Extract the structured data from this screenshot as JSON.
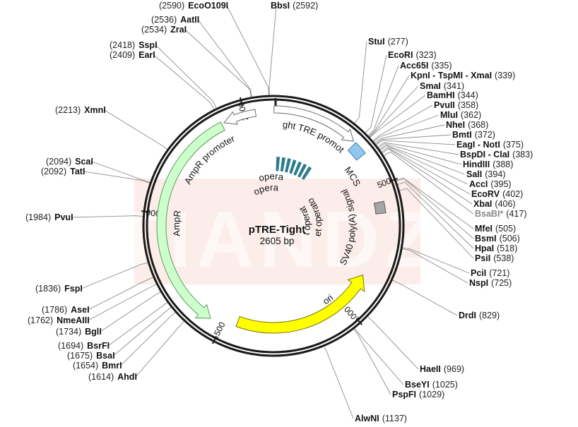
{
  "plasmid": {
    "name": "pTRE-Tight",
    "size_label": "2605 bp",
    "length": 2605
  },
  "watermark": "TIANDZ",
  "ticks": [
    {
      "label": "500",
      "pos": 500
    },
    {
      "label": "1000",
      "pos": 1000
    },
    {
      "label": "1500",
      "pos": 1500
    },
    {
      "label": "2000",
      "pos": 2000
    },
    {
      "label": "2500",
      "pos": 2500
    }
  ],
  "features": {
    "tre_promoter": {
      "label": "tight TRE promoter",
      "start": 2,
      "end": 314,
      "color": "#ffffff"
    },
    "mcs": {
      "label": "MCS",
      "start": 323,
      "end": 420,
      "color": "#8ec8ee"
    },
    "sv40": {
      "label": "SV40 poly(A) signal",
      "start": 560,
      "end": 620,
      "color": "#a6a6a6"
    },
    "ori": {
      "label": "ori",
      "start": 860,
      "end": 1450,
      "color": "#ffff00"
    },
    "ampr": {
      "label": "AmpR",
      "start": 1550,
      "end": 2410,
      "color": "#ccffcc"
    },
    "ampr_promoter": {
      "label": "AmpR promoter",
      "start": 2420,
      "end": 2540,
      "color": "#ffffff"
    },
    "operators": {
      "labels": [
        "tet operator",
        "tet operator",
        "tet operator",
        "tet operator"
      ],
      "count": 7,
      "color": "#2e7b8c"
    }
  },
  "enzymes_right": [
    {
      "name": "StuI",
      "pos": "(277)"
    },
    {
      "name": "EcoRI",
      "pos": "(323)"
    },
    {
      "name": "Acc65I",
      "pos": "(335)"
    },
    {
      "name": "KpnI - TspMI - XmaI",
      "pos": "(339)"
    },
    {
      "name": "SmaI",
      "pos": "(341)"
    },
    {
      "name": "BamHI",
      "pos": "(344)"
    },
    {
      "name": "PvuII",
      "pos": "(358)"
    },
    {
      "name": "MluI",
      "pos": "(362)"
    },
    {
      "name": "NheI",
      "pos": "(368)"
    },
    {
      "name": "BmtI",
      "pos": "(372)"
    },
    {
      "name": "EagI - NotI",
      "pos": "(375)"
    },
    {
      "name": "BspDI - ClaI",
      "pos": "(383)"
    },
    {
      "name": "HindIII",
      "pos": "(388)"
    },
    {
      "name": "SalI",
      "pos": "(394)"
    },
    {
      "name": "AccI",
      "pos": "(395)"
    },
    {
      "name": "EcoRV",
      "pos": "(402)"
    },
    {
      "name": "XbaI",
      "pos": "(406)"
    },
    {
      "name": "BsaBI*",
      "pos": "(417)"
    },
    {
      "name": "MfeI",
      "pos": "(505)"
    },
    {
      "name": "BsmI",
      "pos": "(506)"
    },
    {
      "name": "HpaI",
      "pos": "(518)"
    },
    {
      "name": "PsiI",
      "pos": "(538)"
    },
    {
      "name": "PciI",
      "pos": "(721)"
    },
    {
      "name": "NspI",
      "pos": "(725)"
    },
    {
      "name": "DrdI",
      "pos": "(829)"
    },
    {
      "name": "HaeII",
      "pos": "(969)"
    },
    {
      "name": "BseYI",
      "pos": "(1025)"
    },
    {
      "name": "PspFI",
      "pos": "(1029)"
    },
    {
      "name": "AlwNI",
      "pos": "(1137)"
    }
  ],
  "enzymes_left": [
    {
      "name": "EcoO109I",
      "pos": "(2590)"
    },
    {
      "name": "BbsI",
      "pos": "(2592)"
    },
    {
      "name": "AatII",
      "pos": "(2536)"
    },
    {
      "name": "ZraI",
      "pos": "(2534)"
    },
    {
      "name": "SspI",
      "pos": "(2418)"
    },
    {
      "name": "EarI",
      "pos": "(2409)"
    },
    {
      "name": "XmnI",
      "pos": "(2213)"
    },
    {
      "name": "ScaI",
      "pos": "(2094)"
    },
    {
      "name": "TatI",
      "pos": "(2092)"
    },
    {
      "name": "PvuI",
      "pos": "(1984)"
    },
    {
      "name": "FspI",
      "pos": "(1836)"
    },
    {
      "name": "AseI",
      "pos": "(1786)"
    },
    {
      "name": "NmeAIII",
      "pos": "(1762)"
    },
    {
      "name": "BglI",
      "pos": "(1734)"
    },
    {
      "name": "BsrFI",
      "pos": "(1694)"
    },
    {
      "name": "BsaI",
      "pos": "(1675)"
    },
    {
      "name": "BmrI",
      "pos": "(1654)"
    },
    {
      "name": "AhdI",
      "pos": "(1614)"
    }
  ]
}
